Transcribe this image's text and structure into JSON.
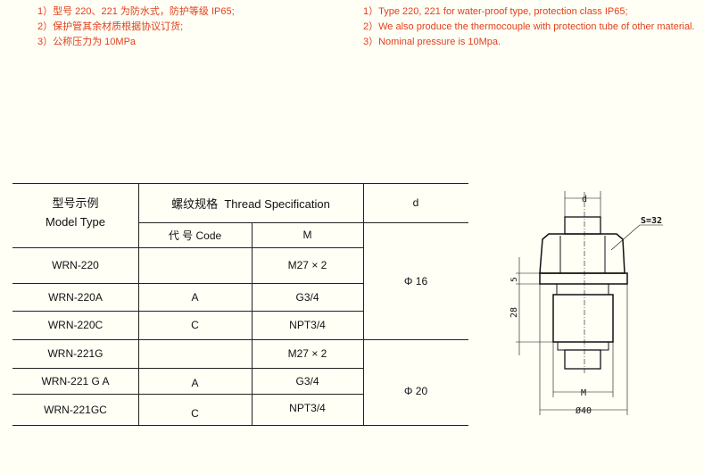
{
  "notes_cn": [
    "1）型号 220、221 为防水式，防护等级 IP65;",
    "2）保护管其余材质根据协议订货;",
    "3）公称压力为 10MPa"
  ],
  "notes_en": [
    "1）Type 220, 221 for water-proof type, protection class IP65;",
    "2）We also produce the thermocouple with protection tube of other material.",
    "3）Nominal pressure is 10Mpa."
  ],
  "table": {
    "header_model_cn": "型号示例",
    "header_model_en": "Model Type",
    "header_thread": "螺纹规格  Thread Specification",
    "header_d": "d",
    "header_code": "代 号 Code",
    "header_m": "M",
    "rows": [
      {
        "model": "WRN-220",
        "code": "",
        "m": "M27 × 2"
      },
      {
        "model": "WRN-220A",
        "code": "A",
        "m": "G3/4"
      },
      {
        "model": "WRN-220C",
        "code": "C",
        "m": "NPT3/4"
      },
      {
        "model": "WRN-221G",
        "code": "",
        "m": "M27 × 2"
      },
      {
        "model": "WRN-221 G A",
        "code": "A",
        "m": "G3/4"
      },
      {
        "model": "WRN-221GC",
        "code": "C",
        "m": "NPT3/4"
      }
    ],
    "d_values": [
      "Φ 16",
      "Φ 20"
    ]
  },
  "drawing": {
    "d": "d",
    "s": "S=32",
    "five": "5",
    "twentyeight": "28",
    "m": "M",
    "dia": "Ø40"
  }
}
